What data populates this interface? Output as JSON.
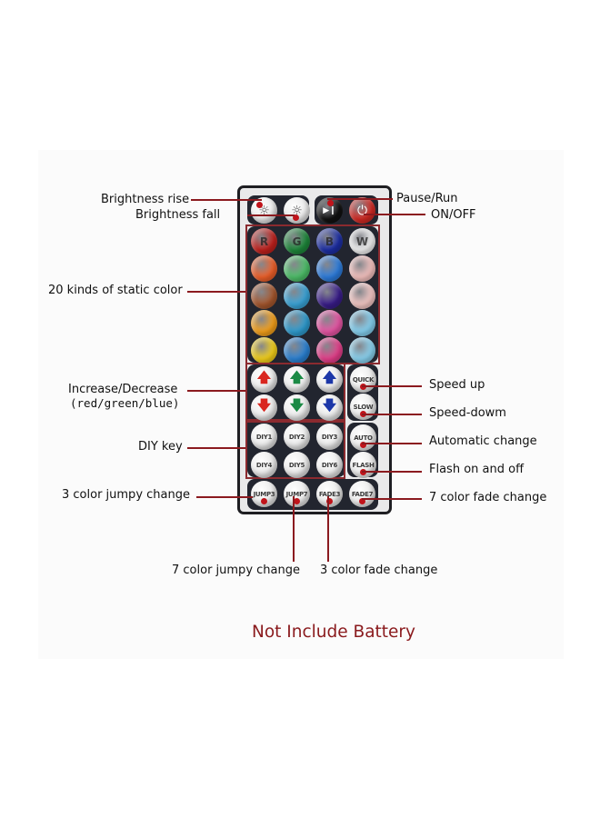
{
  "remote": {
    "top_row": [
      {
        "name": "brightness-rise-button",
        "icon": "sun-up-icon",
        "glyph": "☼"
      },
      {
        "name": "brightness-fall-button",
        "icon": "sun-down-icon",
        "glyph": "☼"
      },
      {
        "name": "pause-run-button",
        "icon": "play-pause-icon",
        "glyph": "▶❙"
      },
      {
        "name": "on-off-button",
        "icon": "power-icon",
        "glyph": "⏻"
      }
    ],
    "color_rows": [
      [
        {
          "color": "#c4221e",
          "letter": "R"
        },
        {
          "color": "#1f8a3c",
          "letter": "G"
        },
        {
          "color": "#1d2fa6",
          "letter": "B"
        },
        {
          "color": "#f4f4f4",
          "letter": "W"
        }
      ],
      [
        {
          "color": "#f2612a"
        },
        {
          "color": "#4ec26a"
        },
        {
          "color": "#2d7ee0"
        },
        {
          "color": "#f7c3c0"
        }
      ],
      [
        {
          "color": "#a8582e"
        },
        {
          "color": "#3aa6db"
        },
        {
          "color": "#3a1d8c"
        },
        {
          "color": "#f7c9c6"
        }
      ],
      [
        {
          "color": "#f7a21b"
        },
        {
          "color": "#2f9ed2"
        },
        {
          "color": "#ea56a6"
        },
        {
          "color": "#86d3f3"
        }
      ],
      [
        {
          "color": "#f6d21a"
        },
        {
          "color": "#2b83d6"
        },
        {
          "color": "#e83f8c"
        },
        {
          "color": "#8ad4f2"
        }
      ]
    ],
    "arrows": [
      {
        "glyph": "🡅",
        "color": "#d9261f",
        "name": "red-increase-button",
        "icon": "arrow-up-icon"
      },
      {
        "glyph": "🡅",
        "color": "#1b8a45",
        "name": "green-increase-button",
        "icon": "arrow-up-icon"
      },
      {
        "glyph": "🡅",
        "color": "#1c37a8",
        "name": "blue-increase-button",
        "icon": "arrow-up-icon"
      },
      {
        "glyph": "🡇",
        "color": "#d9261f",
        "name": "red-decrease-button",
        "icon": "arrow-down-icon"
      },
      {
        "glyph": "🡇",
        "color": "#1b8a45",
        "name": "green-decrease-button",
        "icon": "arrow-down-icon"
      },
      {
        "glyph": "🡇",
        "color": "#1c37a8",
        "name": "blue-decrease-button",
        "icon": "arrow-down-icon"
      }
    ],
    "diy": [
      "DIY1",
      "DIY2",
      "DIY3",
      "DIY4",
      "DIY5",
      "DIY6"
    ],
    "side": [
      "QUICK",
      "SLOW",
      "AUTO",
      "FLASH"
    ],
    "bottom": [
      "JUMP3",
      "JUMP7",
      "FADE3",
      "FADE7"
    ]
  },
  "labels": {
    "brightness_rise": "Brightness rise",
    "brightness_fall": "Brightness fall",
    "pause_run": "Pause/Run",
    "on_off": "ON/OFF",
    "static_color": "20 kinds of static color",
    "increase_decrease": "Increase/Decrease",
    "rgb": "(red/green/blue)",
    "diy_key": "DIY key",
    "jumpy3": "3 color jumpy change",
    "speed_up": "Speed up",
    "speed_down": "Speed-dowm",
    "auto": "Automatic change",
    "flash": "Flash on and off",
    "fade7": "7 color fade change",
    "jumpy7": "7 color jumpy change",
    "fade3": "3 color fade change"
  },
  "footer": {
    "battery_note": "Not Include Battery"
  },
  "colors": {
    "accent_line": "#8b1a1f",
    "battery_text": "#8a1a1d",
    "remote_body": "#22252f"
  }
}
